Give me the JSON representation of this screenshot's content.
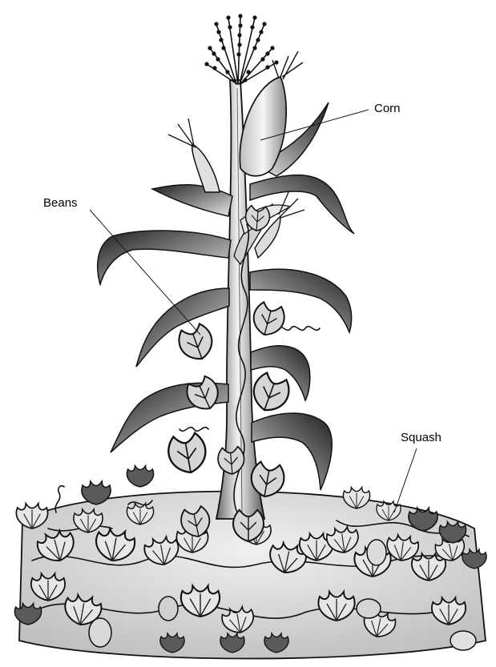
{
  "labels": {
    "corn": "Corn",
    "beans": "Beans",
    "squash": "Squash"
  },
  "colors": {
    "ink": "#111111",
    "leaf_dark": "#1e1e1e",
    "leaf_light": "#cfcfcf",
    "mound": "#e4e4e4",
    "background": "#ffffff"
  },
  "icons": [
    "corn-tassel-icon",
    "corn-ear-icon",
    "bean-leaf-icon",
    "bean-tendril-icon",
    "squash-leaf-icon",
    "squash-fruit-icon"
  ]
}
